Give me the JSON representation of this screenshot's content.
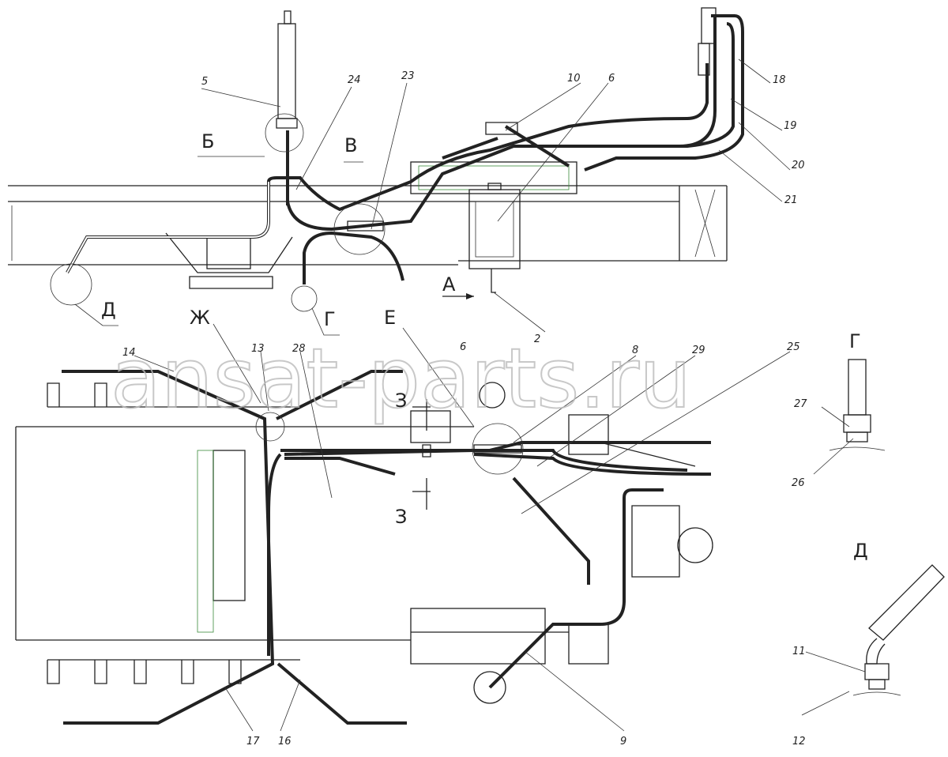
{
  "watermark": "ansat-parts.ru",
  "views": {
    "b": "Б",
    "v": "В",
    "d": "Д",
    "g": "Г",
    "a": "А",
    "zh": "Ж",
    "e": "Е",
    "z_top": "З",
    "z_bottom": "З",
    "detail_g": "Г",
    "detail_d": "Д"
  },
  "callouts": {
    "c5": "5",
    "c24": "24",
    "c23": "23",
    "c10": "10",
    "c6a": "6",
    "c18": "18",
    "c19": "19",
    "c20": "20",
    "c21": "21",
    "c2": "2",
    "c14": "14",
    "c13": "13",
    "c28": "28",
    "c6b": "6",
    "c8": "8",
    "c29": "29",
    "c25": "25",
    "c27": "27",
    "c26": "26",
    "c11": "11",
    "c12": "12",
    "c17": "17",
    "c16": "16",
    "c9": "9"
  }
}
